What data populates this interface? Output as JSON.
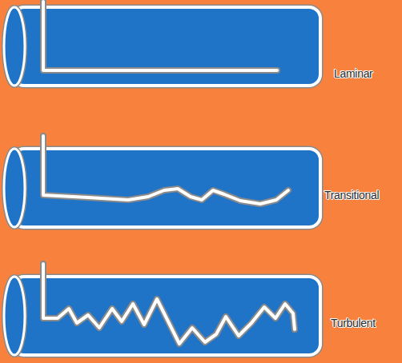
{
  "diagram": {
    "labels": [
      "Laminar",
      "Transitional",
      "Turbulent"
    ]
  }
}
